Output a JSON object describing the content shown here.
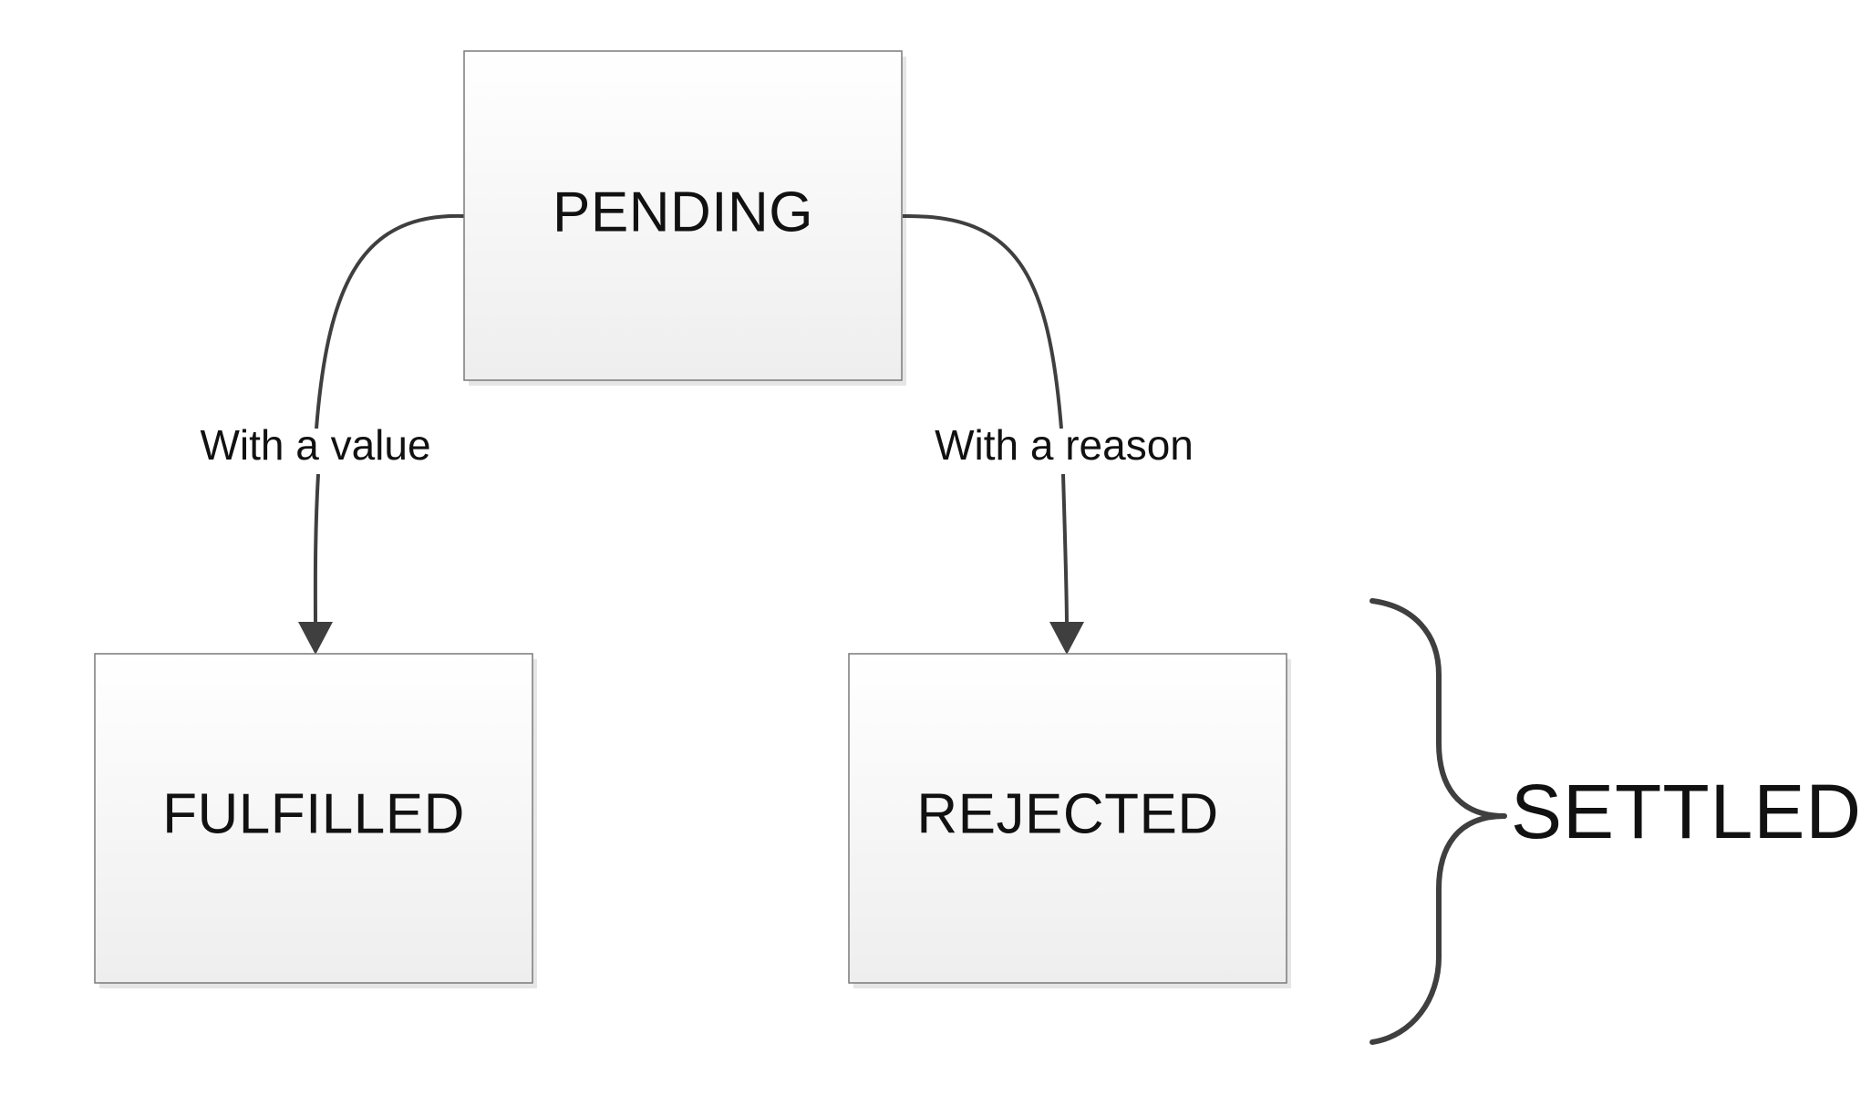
{
  "states": {
    "pending": "PENDING",
    "fulfilled": "FULFILLED",
    "rejected": "REJECTED"
  },
  "transitions": {
    "to_fulfilled": "With a value",
    "to_rejected": "With a reason"
  },
  "group": {
    "settled": "SETTLED"
  },
  "colors": {
    "box_top": "#ffffff",
    "box_bottom": "#eeeeee",
    "line": "#3f3f3f"
  }
}
